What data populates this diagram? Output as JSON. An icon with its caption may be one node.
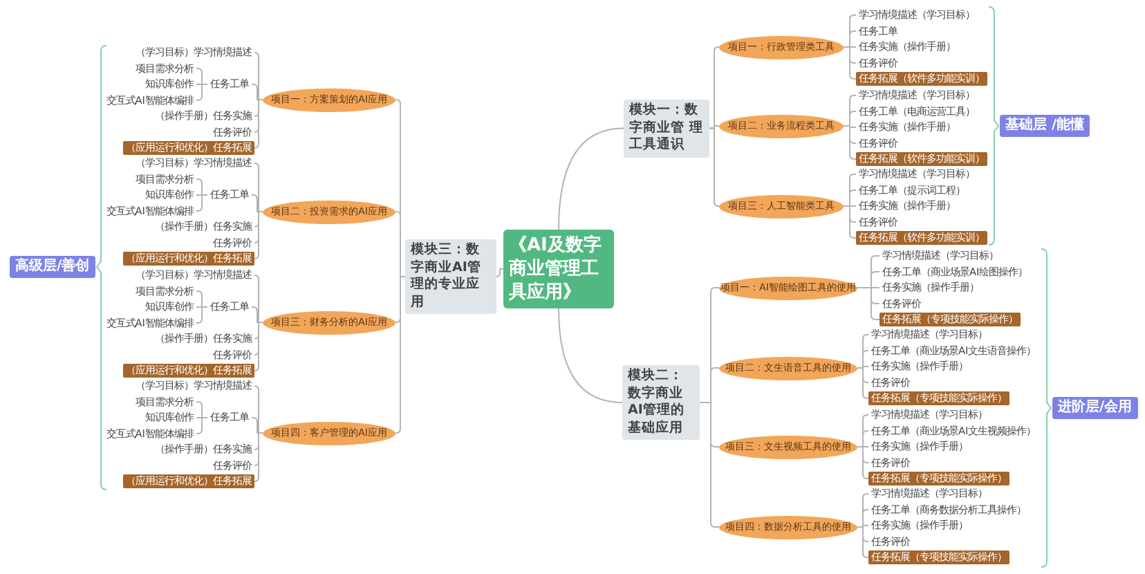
{
  "diagram": {
    "nodes": [
      {
        "text": [
          "《AI及数字商业管理工具应用》"
        ]
      },
      {
        "text": [
          "模块一：数字商业管 理工具通识"
        ]
      },
      {
        "text": [
          "项目一：行政管理类工具"
        ]
      },
      {
        "text": [
          "学习情境描述（学习目标）"
        ]
      },
      {
        "text": [
          "任务工单"
        ]
      },
      {
        "text": [
          "任务实施（操作手册）"
        ]
      },
      {
        "text": [
          "任务评价"
        ]
      },
      {
        "text": [
          "任务拓展（软件多功能实训）"
        ]
      },
      {
        "text": [
          "项目二：业务流程类工具"
        ]
      },
      {
        "text": [
          "学习情境描述（学习目标）"
        ]
      },
      {
        "text": [
          "任务工单（电商运营工具）"
        ]
      },
      {
        "text": [
          "任务实施（操作手册）"
        ]
      },
      {
        "text": [
          "任务评价"
        ]
      },
      {
        "text": [
          "任务拓展（软件多功能实训）"
        ]
      },
      {
        "text": [
          "项目三：人工智能类工具"
        ]
      },
      {
        "text": [
          "学习情境描述（学习目标）"
        ]
      },
      {
        "text": [
          "任务工单（提示词工程）"
        ]
      },
      {
        "text": [
          "任务实施（操作手册）"
        ]
      },
      {
        "text": [
          "任务评价"
        ]
      },
      {
        "text": [
          "任务拓展（软件多功能实训）"
        ]
      },
      {
        "text": [
          "模块二：数字商业AI管理的基础应用"
        ]
      },
      {
        "text": [
          "项目一：AI智能绘图工具的使用"
        ]
      },
      {
        "text": [
          "学习情境描述（学习目标）"
        ]
      },
      {
        "text": [
          "任务工单（商业场景AI绘图操作）"
        ]
      },
      {
        "text": [
          "任务实施（操作手册）"
        ]
      },
      {
        "text": [
          "任务评价"
        ]
      },
      {
        "text": [
          "任务拓展（专项技能实际操作）"
        ]
      },
      {
        "text": [
          "项目二：文生语音工具的使用"
        ]
      },
      {
        "text": [
          "学习情境描述（学习目标）"
        ]
      },
      {
        "text": [
          "任务工单（商业场景AI文生语音操作）"
        ]
      },
      {
        "text": [
          "任务实施（操作手册）"
        ]
      },
      {
        "text": [
          "任务评价"
        ]
      },
      {
        "text": [
          "任务拓展（专项技能实际操作）"
        ]
      },
      {
        "text": [
          "项目三：文生视频工具的使用"
        ]
      },
      {
        "text": [
          "学习情境描述（学习目标）"
        ]
      },
      {
        "text": [
          "任务工单（商业场景AI文生视频操作）"
        ]
      },
      {
        "text": [
          "任务实施（操作手册）"
        ]
      },
      {
        "text": [
          "任务评价"
        ]
      },
      {
        "text": [
          "任务拓展（专项技能实际操作）"
        ]
      },
      {
        "text": [
          "项目四：数据分析工具的使用"
        ]
      },
      {
        "text": [
          "学习情境描述（学习目标）"
        ]
      },
      {
        "text": [
          "任务工单（商务数据分析工具操作）"
        ]
      },
      {
        "text": [
          "任务实施（操作手册）"
        ]
      },
      {
        "text": [
          "任务评价"
        ]
      },
      {
        "text": [
          "任务拓展（专项技能实际操作）"
        ]
      },
      {
        "text": [
          "模块三：数字商业AI管理的专业应用"
        ]
      },
      {
        "text": [
          "项目一：方案策划的AI应用"
        ]
      },
      {
        "text": [
          "（学习目标）学习情境描述"
        ]
      },
      {
        "text": [
          "任务工单"
        ]
      },
      {
        "text": [
          "项目需求分析"
        ]
      },
      {
        "text": [
          "知识库创作"
        ]
      },
      {
        "text": [
          "交互式AI智能体编排"
        ]
      },
      {
        "text": [
          "（操作手册）任务实施"
        ]
      },
      {
        "text": [
          "任务评价"
        ]
      },
      {
        "text": [
          "（应用运行和优化）任务拓展"
        ]
      },
      {
        "text": [
          "项目二：投资需求的AI应用"
        ]
      },
      {
        "text": [
          "（学习目标）学习情境描述"
        ]
      },
      {
        "text": [
          "任务工单"
        ]
      },
      {
        "text": [
          "项目需求分析"
        ]
      },
      {
        "text": [
          "知识库创作"
        ]
      },
      {
        "text": [
          "交互式AI智能体编排"
        ]
      },
      {
        "text": [
          "（操作手册）任务实施"
        ]
      },
      {
        "text": [
          "任务评价"
        ]
      },
      {
        "text": [
          "（应用运行和优化）任务拓展"
        ]
      },
      {
        "text": [
          "项目三：财务分析的AI应用"
        ]
      },
      {
        "text": [
          "（学习目标）学习情境描述"
        ]
      },
      {
        "text": [
          "任务工单"
        ]
      },
      {
        "text": [
          "项目需求分析"
        ]
      },
      {
        "text": [
          "知识库创作"
        ]
      },
      {
        "text": [
          "交互式AI智能体编排"
        ]
      },
      {
        "text": [
          "（操作手册）任务实施"
        ]
      },
      {
        "text": [
          "任务评价"
        ]
      },
      {
        "text": [
          "（应用运行和优化）任务拓展"
        ]
      },
      {
        "text": [
          "项目四：客户管理的AI应用"
        ]
      },
      {
        "text": [
          "（学习目标）学习情境描述"
        ]
      },
      {
        "text": [
          "任务工单"
        ]
      },
      {
        "text": [
          "项目需求分析"
        ]
      },
      {
        "text": [
          "知识库创作"
        ]
      },
      {
        "text": [
          "交互式AI智能体编排"
        ]
      },
      {
        "text": [
          "（操作手册）任务实施"
        ]
      },
      {
        "text": [
          "任务评价"
        ]
      },
      {
        "text": [
          "（应用运行和优化）任务拓展"
        ]
      },
      {
        "text": [
          "基础层 /能懂"
        ]
      },
      {
        "text": [
          "进阶层/会用"
        ]
      },
      {
        "text": [
          "高级层/善创"
        ]
      }
    ],
    "edges": [
      {
        "from": 0,
        "to": 1,
        "arrow": "none"
      },
      {
        "from": 0,
        "to": 20,
        "arrow": "none"
      },
      {
        "from": 0,
        "to": 45,
        "arrow": "none"
      },
      {
        "from": 1,
        "to": 2,
        "arrow": "none"
      },
      {
        "from": 1,
        "to": 8,
        "arrow": "none"
      },
      {
        "from": 1,
        "to": 14,
        "arrow": "none"
      },
      {
        "from": 2,
        "to": 3,
        "arrow": "none"
      },
      {
        "from": 2,
        "to": 4,
        "arrow": "none"
      },
      {
        "from": 2,
        "to": 5,
        "arrow": "none"
      },
      {
        "from": 2,
        "to": 6,
        "arrow": "none"
      },
      {
        "from": 2,
        "to": 7,
        "arrow": "none"
      },
      {
        "from": 8,
        "to": 9,
        "arrow": "none"
      },
      {
        "from": 8,
        "to": 10,
        "arrow": "none"
      },
      {
        "from": 8,
        "to": 11,
        "arrow": "none"
      },
      {
        "from": 8,
        "to": 12,
        "arrow": "none"
      },
      {
        "from": 8,
        "to": 13,
        "arrow": "none"
      },
      {
        "from": 14,
        "to": 15,
        "arrow": "none"
      },
      {
        "from": 14,
        "to": 16,
        "arrow": "none"
      },
      {
        "from": 14,
        "to": 17,
        "arrow": "none"
      },
      {
        "from": 14,
        "to": 18,
        "arrow": "none"
      },
      {
        "from": 14,
        "to": 19,
        "arrow": "none"
      },
      {
        "from": 20,
        "to": 21,
        "arrow": "none"
      },
      {
        "from": 20,
        "to": 27,
        "arrow": "none"
      },
      {
        "from": 20,
        "to": 33,
        "arrow": "none"
      },
      {
        "from": 20,
        "to": 39,
        "arrow": "none"
      },
      {
        "from": 21,
        "to": 22,
        "arrow": "none"
      },
      {
        "from": 21,
        "to": 23,
        "arrow": "none"
      },
      {
        "from": 21,
        "to": 24,
        "arrow": "none"
      },
      {
        "from": 21,
        "to": 25,
        "arrow": "none"
      },
      {
        "from": 21,
        "to": 26,
        "arrow": "none"
      },
      {
        "from": 27,
        "to": 28,
        "arrow": "none"
      },
      {
        "from": 27,
        "to": 29,
        "arrow": "none"
      },
      {
        "from": 27,
        "to": 30,
        "arrow": "none"
      },
      {
        "from": 27,
        "to": 31,
        "arrow": "none"
      },
      {
        "from": 27,
        "to": 32,
        "arrow": "none"
      },
      {
        "from": 33,
        "to": 34,
        "arrow": "none"
      },
      {
        "from": 33,
        "to": 35,
        "arrow": "none"
      },
      {
        "from": 33,
        "to": 36,
        "arrow": "none"
      },
      {
        "from": 33,
        "to": 37,
        "arrow": "none"
      },
      {
        "from": 33,
        "to": 38,
        "arrow": "none"
      },
      {
        "from": 39,
        "to": 40,
        "arrow": "none"
      },
      {
        "from": 39,
        "to": 41,
        "arrow": "none"
      },
      {
        "from": 39,
        "to": 42,
        "arrow": "none"
      },
      {
        "from": 39,
        "to": 43,
        "arrow": "none"
      },
      {
        "from": 39,
        "to": 44,
        "arrow": "none"
      },
      {
        "from": 45,
        "to": 46,
        "arrow": "none"
      },
      {
        "from": 45,
        "to": 55,
        "arrow": "none"
      },
      {
        "from": 45,
        "to": 64,
        "arrow": "none"
      },
      {
        "from": 45,
        "to": 73,
        "arrow": "none"
      },
      {
        "from": 46,
        "to": 47,
        "arrow": "none"
      },
      {
        "from": 46,
        "to": 48,
        "arrow": "none"
      },
      {
        "from": 48,
        "to": 49,
        "arrow": "none"
      },
      {
        "from": 48,
        "to": 50,
        "arrow": "none"
      },
      {
        "from": 48,
        "to": 51,
        "arrow": "none"
      },
      {
        "from": 46,
        "to": 52,
        "arrow": "none"
      },
      {
        "from": 46,
        "to": 53,
        "arrow": "none"
      },
      {
        "from": 46,
        "to": 54,
        "arrow": "none"
      },
      {
        "from": 55,
        "to": 56,
        "arrow": "none"
      },
      {
        "from": 55,
        "to": 57,
        "arrow": "none"
      },
      {
        "from": 57,
        "to": 58,
        "arrow": "none"
      },
      {
        "from": 57,
        "to": 59,
        "arrow": "none"
      },
      {
        "from": 57,
        "to": 60,
        "arrow": "none"
      },
      {
        "from": 55,
        "to": 61,
        "arrow": "none"
      },
      {
        "from": 55,
        "to": 62,
        "arrow": "none"
      },
      {
        "from": 55,
        "to": 63,
        "arrow": "none"
      },
      {
        "from": 64,
        "to": 65,
        "arrow": "none"
      },
      {
        "from": 64,
        "to": 66,
        "arrow": "none"
      },
      {
        "from": 66,
        "to": 67,
        "arrow": "none"
      },
      {
        "from": 66,
        "to": 68,
        "arrow": "none"
      },
      {
        "from": 66,
        "to": 69,
        "arrow": "none"
      },
      {
        "from": 64,
        "to": 70,
        "arrow": "none"
      },
      {
        "from": 64,
        "to": 71,
        "arrow": "none"
      },
      {
        "from": 64,
        "to": 72,
        "arrow": "none"
      },
      {
        "from": 73,
        "to": 74,
        "arrow": "none"
      },
      {
        "from": 73,
        "to": 75,
        "arrow": "none"
      },
      {
        "from": 75,
        "to": 76,
        "arrow": "none"
      },
      {
        "from": 75,
        "to": 77,
        "arrow": "none"
      },
      {
        "from": 75,
        "to": 78,
        "arrow": "none"
      },
      {
        "from": 73,
        "to": 79,
        "arrow": "none"
      },
      {
        "from": 73,
        "to": 80,
        "arrow": "none"
      },
      {
        "from": 73,
        "to": 81,
        "arrow": "none"
      }
    ]
  }
}
